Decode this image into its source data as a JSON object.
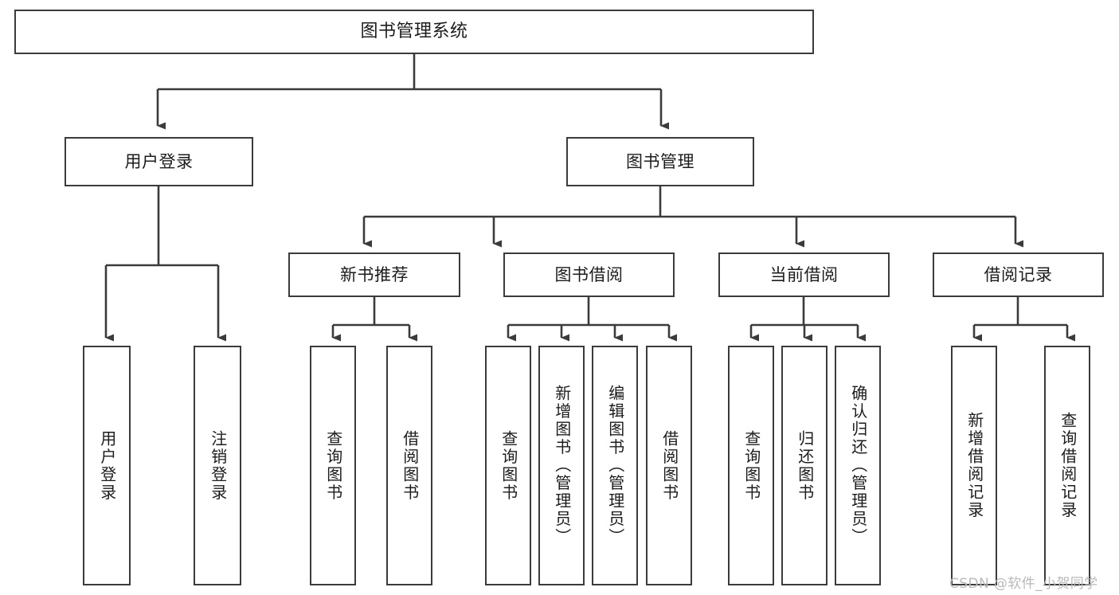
{
  "diagram": {
    "type": "tree-hierarchy-chart",
    "title": "图书管理系统",
    "line_color": "#3b3b3b",
    "box_fill": "#ffffff",
    "text_color": "#1c1c1c",
    "watermark": "CSDN @软件_小贺同学",
    "nodes": {
      "root": {
        "label": "图书管理系统"
      },
      "level1": [
        {
          "label": "用户登录"
        },
        {
          "label": "图书管理"
        }
      ],
      "level2": [
        {
          "label": "新书推荐"
        },
        {
          "label": "图书借阅"
        },
        {
          "label": "当前借阅"
        },
        {
          "label": "借阅记录"
        }
      ],
      "leaves": {
        "user_login": [
          {
            "label": "用户登录"
          },
          {
            "label": "注销登录"
          }
        ],
        "new_book_recommend": [
          {
            "label": "查询图书"
          },
          {
            "label": "借阅图书"
          }
        ],
        "book_borrow": [
          {
            "label": "查询图书"
          },
          {
            "label": "新增图书（管理员）"
          },
          {
            "label": "编辑图书（管理员）"
          },
          {
            "label": "借阅图书"
          }
        ],
        "current_borrow": [
          {
            "label": "查询图书"
          },
          {
            "label": "归还图书"
          },
          {
            "label": "确认归还（管理员）"
          }
        ],
        "borrow_record": [
          {
            "label": "新增借阅记录"
          },
          {
            "label": "查询借阅记录"
          }
        ]
      }
    }
  }
}
